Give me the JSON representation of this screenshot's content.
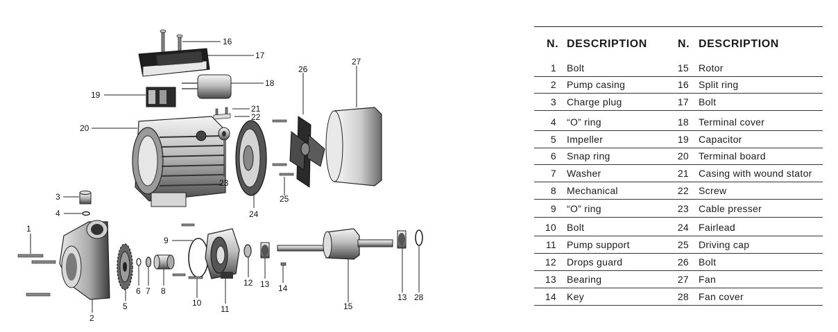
{
  "table": {
    "headers": {
      "n_left": "N.",
      "desc_left": "DESCRIPTION",
      "n_right": "N.",
      "desc_right": "DESCRIPTION"
    },
    "rows": [
      {
        "n1": "1",
        "d1": "Bolt",
        "n2": "15",
        "d2": "Rotor"
      },
      {
        "n1": "2",
        "d1": "Pump casing",
        "n2": "16",
        "d2": "Split ring"
      },
      {
        "n1": "3",
        "d1": "Charge plug",
        "n2": "17",
        "d2": "Bolt"
      },
      {
        "n1": "4",
        "d1": "“O” ring",
        "n2": "18",
        "d2": "Terminal cover"
      },
      {
        "n1": "5",
        "d1": "Impeller",
        "n2": "19",
        "d2": "Capacitor"
      },
      {
        "n1": "6",
        "d1": "Snap ring",
        "n2": "20",
        "d2": "Terminal board"
      },
      {
        "n1": "7",
        "d1": "Washer",
        "n2": "21",
        "d2": "Casing with wound stator"
      },
      {
        "n1": "8",
        "d1": "Mechanical",
        "n2": "22",
        "d2": "Screw"
      },
      {
        "n1": "9",
        "d1": "“O” ring",
        "n2": "23",
        "d2": "Cable presser"
      },
      {
        "n1": "10",
        "d1": "Bolt",
        "n2": "24",
        "d2": "Fairlead"
      },
      {
        "n1": "11",
        "d1": "Pump support",
        "n2": "25",
        "d2": "Driving cap"
      },
      {
        "n1": "12",
        "d1": "Drops guard",
        "n2": "26",
        "d2": "Bolt"
      },
      {
        "n1": "13",
        "d1": "Bearing",
        "n2": "27",
        "d2": "Fan"
      },
      {
        "n1": "14",
        "d1": "Key",
        "n2": "28",
        "d2": "Fan cover"
      }
    ]
  },
  "diagram": {
    "callouts": [
      "1",
      "2",
      "3",
      "4",
      "5",
      "6",
      "7",
      "8",
      "9",
      "10",
      "11",
      "12",
      "13",
      "14",
      "15",
      "13",
      "16",
      "17",
      "18",
      "19",
      "20",
      "21",
      "22",
      "23",
      "24",
      "25",
      "26",
      "27",
      "28"
    ]
  }
}
